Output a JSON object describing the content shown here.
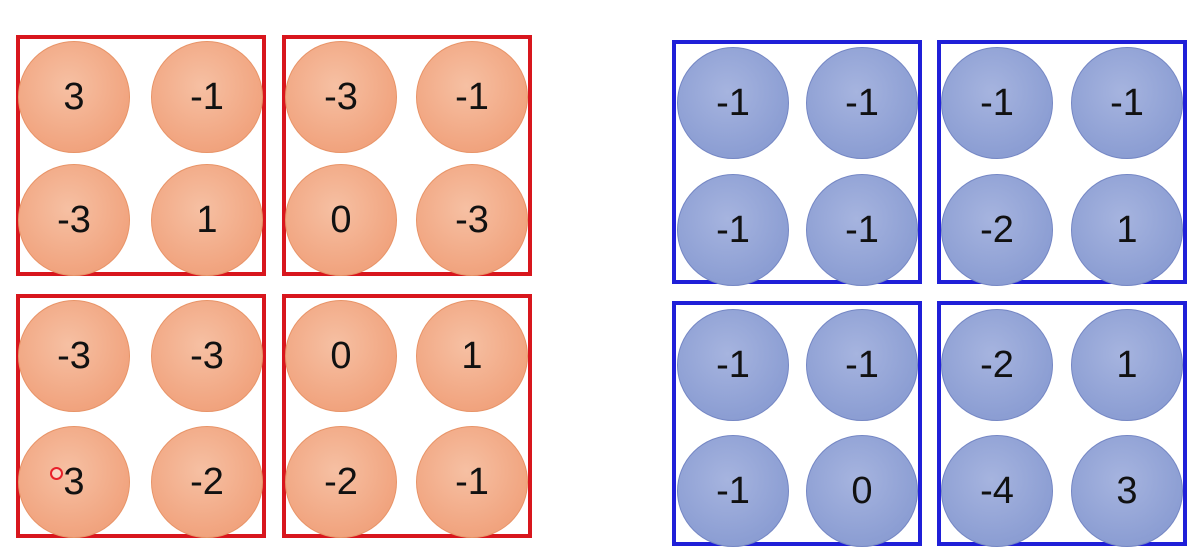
{
  "colors": {
    "red_frame": "#d8161d",
    "blue_frame": "#1f1fd8",
    "orange_fill": "#f1a47f",
    "blue_fill": "#8c9ed3",
    "cursor": "#e8202a"
  },
  "left_panel": {
    "frame_color": "red",
    "groups": [
      {
        "values": [
          "3",
          "-1",
          "-3",
          "1"
        ]
      },
      {
        "values": [
          "-3",
          "-1",
          "0",
          "-3"
        ]
      },
      {
        "values": [
          "-3",
          "-3",
          "3",
          "-2"
        ]
      },
      {
        "values": [
          "0",
          "1",
          "-2",
          "-1"
        ]
      }
    ]
  },
  "right_panel": {
    "frame_color": "blue",
    "groups": [
      {
        "values": [
          "-1",
          "-1",
          "-1",
          "-1"
        ]
      },
      {
        "values": [
          "-1",
          "-1",
          "-2",
          "1"
        ]
      },
      {
        "values": [
          "-1",
          "-1",
          "-1",
          "0"
        ]
      },
      {
        "values": [
          "-2",
          "1",
          "-4",
          "3"
        ]
      }
    ]
  }
}
